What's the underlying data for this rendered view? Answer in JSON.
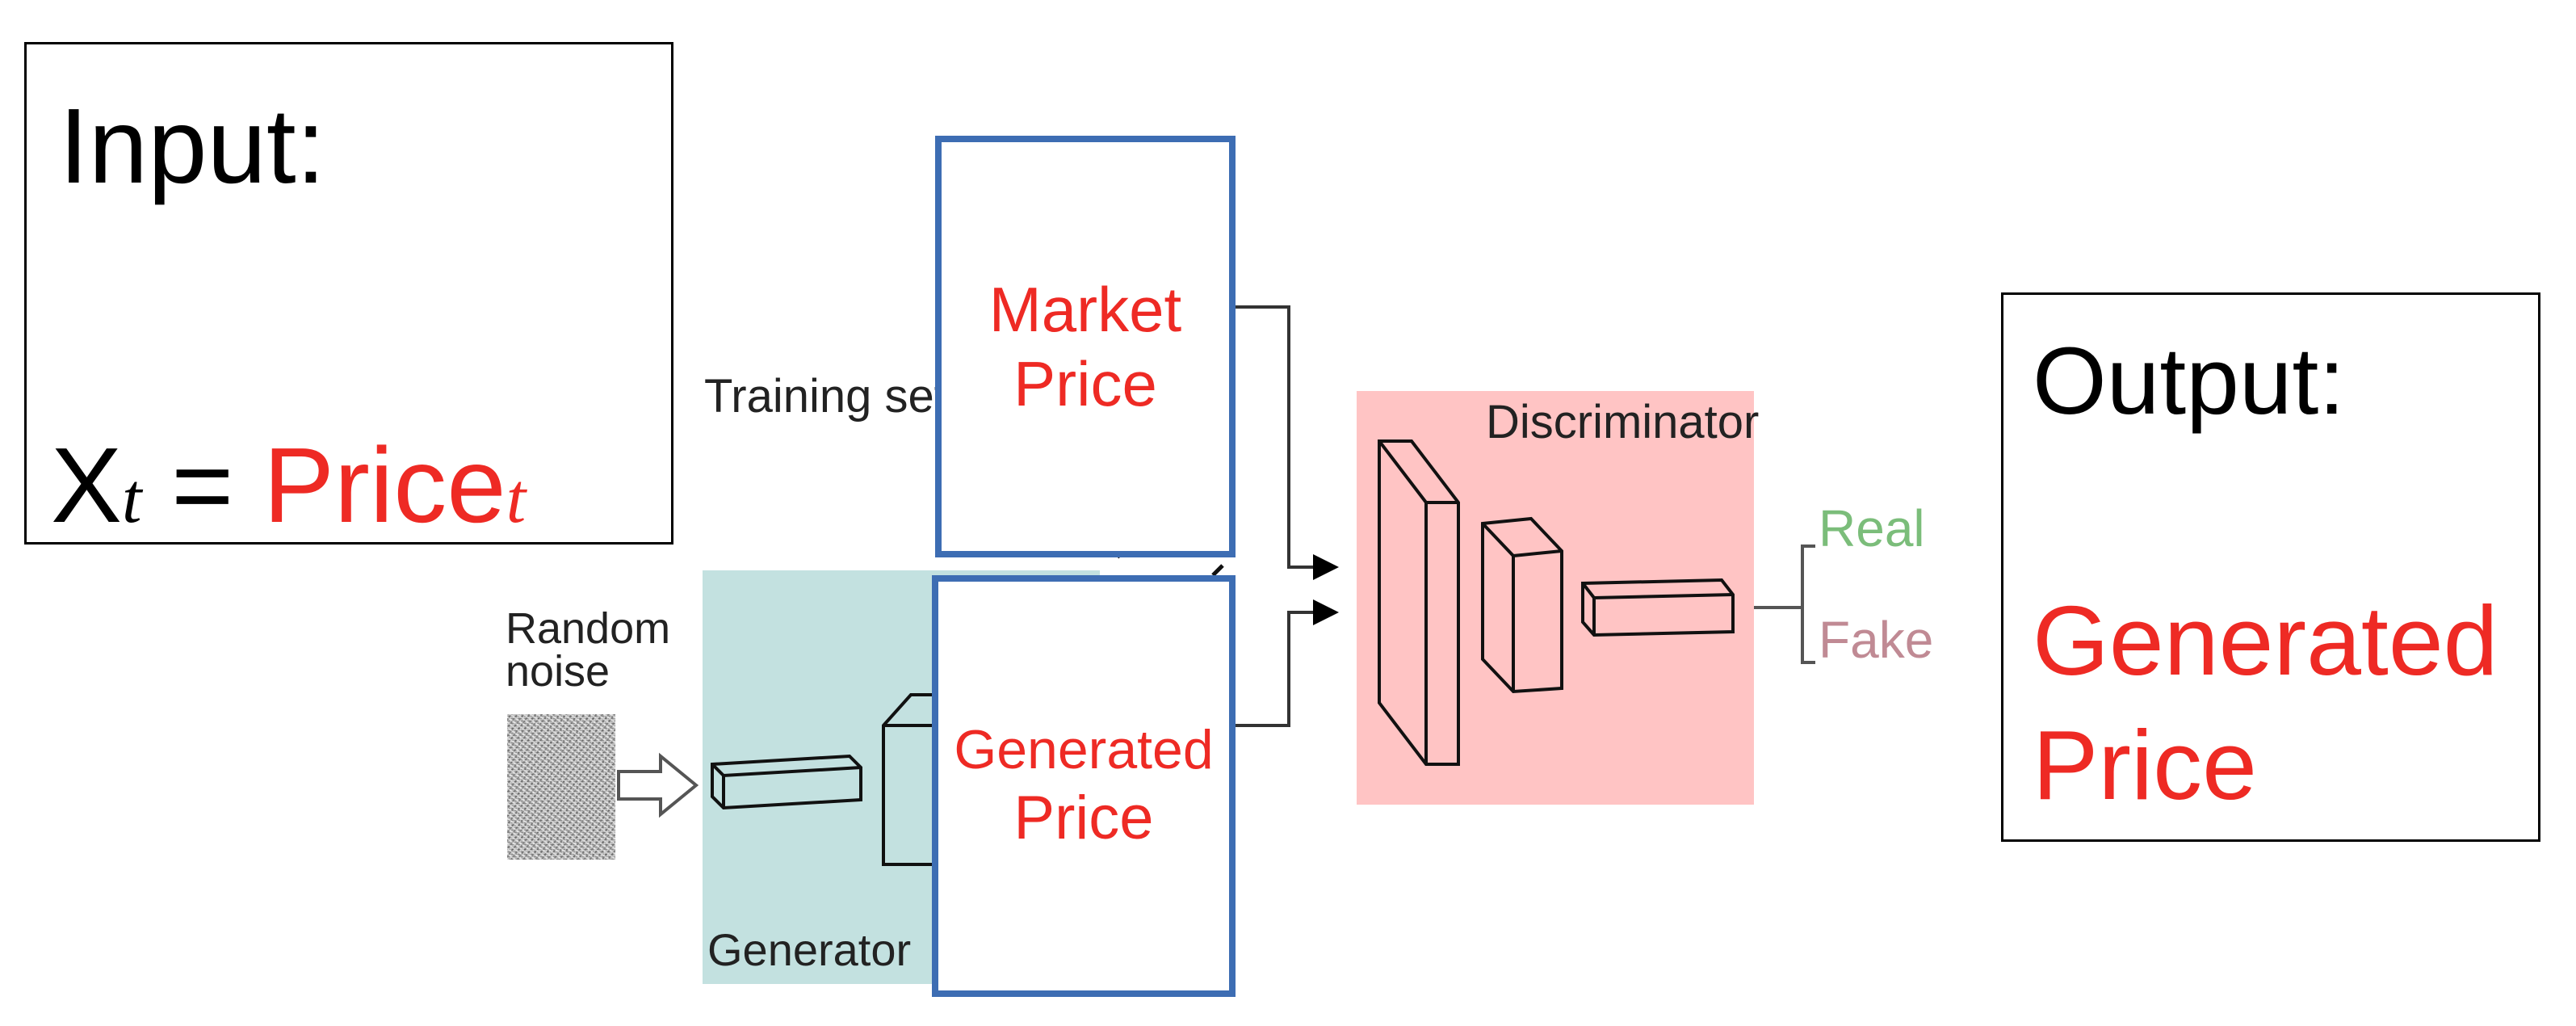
{
  "input_box": {
    "title": "Input:",
    "formula_var": "X",
    "formula_sub": "t",
    "formula_eq": " = ",
    "formula_value": "Price",
    "formula_value_sub": "t"
  },
  "output_box": {
    "title": "Output:",
    "value": "Generated Price"
  },
  "diagram": {
    "training_set_label": "Training set",
    "random_noise_label": "Random noise",
    "generator_label": "Generator",
    "discriminator_label": "Discriminator",
    "real_label": "Real",
    "fake_label": "Fake",
    "market_price_line1": "Market",
    "market_price_line2": "Price",
    "generated_price_line1": "Generated",
    "generated_price_line2": "Price"
  },
  "colors": {
    "highlight_red": "#ee2a24",
    "box_blue": "#3d6db3",
    "generator_panel": "#c3e1e0",
    "discriminator_panel": "#ffc4c4",
    "real_green": "#7bbd7a",
    "fake_mauve": "#c08a94"
  }
}
